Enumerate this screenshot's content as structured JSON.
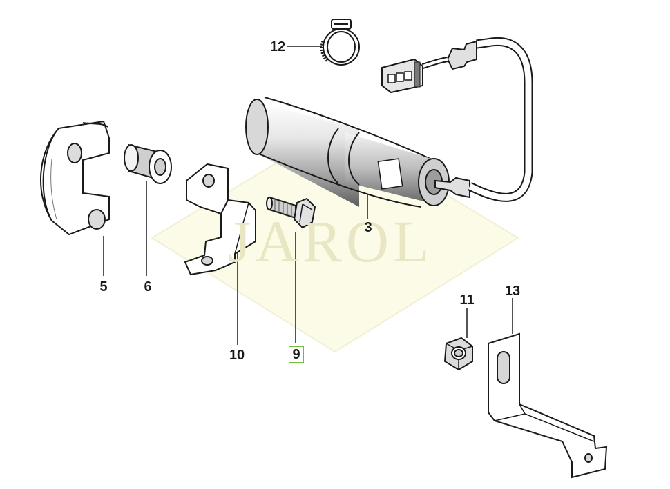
{
  "diagram": {
    "watermark": "JAROL",
    "callouts": {
      "c3": "3",
      "c5": "5",
      "c6": "6",
      "c9": "9",
      "c10": "10",
      "c11": "11",
      "c12": "12",
      "c13": "13"
    },
    "selected_callout": "9",
    "colors": {
      "line": "#1a1a1a",
      "part_fill": "#ffffff",
      "shade": "#cfcfcf",
      "watermark": "#e9e6c4",
      "watermark_fill": "#fbfbe8",
      "selected_outline": "#6fbf3a"
    }
  }
}
